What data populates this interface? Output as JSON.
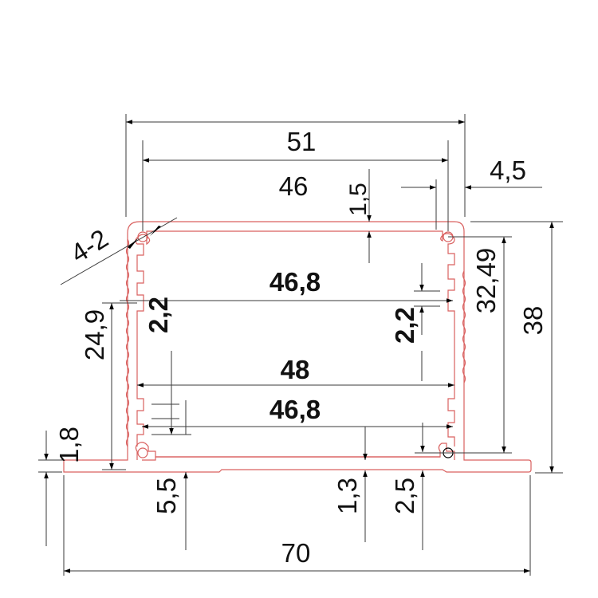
{
  "drawing": {
    "title": "Aluminium enclosure profile cross-section",
    "colors": {
      "profile_outline": "#d9605f",
      "dimension_lines": "#3a3a3a",
      "text": "#111111",
      "background": "#ffffff"
    },
    "units": "mm",
    "dimensions": {
      "overall_width": "70",
      "outer_top_width": "51",
      "inner_top_width": "46",
      "top_wall_thickness": "1,5",
      "corner_offset": "4,5",
      "screw_hole": "4-2",
      "upper_slot_width": "46,8",
      "upper_slot_height_left": "2,2",
      "upper_slot_height_right": "2,2",
      "inner_width": "48",
      "lower_slot_width": "46,8",
      "left_wall_height": "24,9",
      "hole_center_height": "32,49",
      "overall_height": "38",
      "flange_thickness": "1,8",
      "lower_groove_offset": "5,5",
      "bottom_wall_thickness": "1,3",
      "bottom_hole_offset": "2,5"
    }
  }
}
